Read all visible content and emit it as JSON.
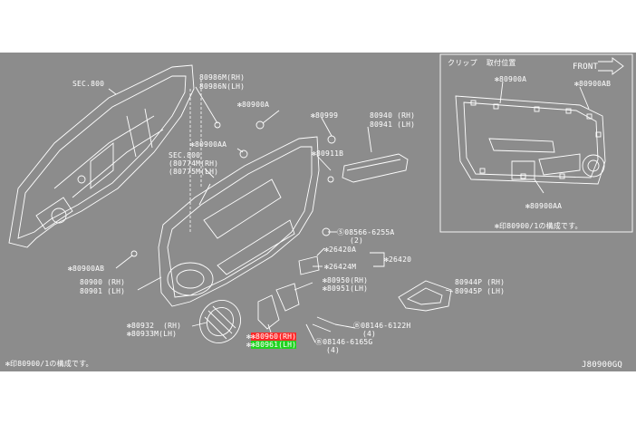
{
  "labels": {
    "sec800_top": "SEC.800",
    "p80986m": "80986M(RH)",
    "p80986n": "80986N(LH)",
    "p80900a_mid": "✻80900A",
    "p80999": "✻80999",
    "p80940": "80940 (RH)",
    "p80941": "80941 (LH)",
    "p80900aa_mid": "✻80900AA",
    "sec800_mid": "SEC.800",
    "p80774m": "(80774M(RH)",
    "p80775m": "(80775M(LH)",
    "p80911b": "✻80911B",
    "p08566_a": "08566-6255A",
    "p08566_b": "(2)",
    "p26420a": "✻26420A",
    "p26420": "✻26420",
    "p26424m": "✻26424M",
    "p80900ab_left": "✻80900AB",
    "p80900": "80900 (RH)",
    "p80901": "80901 (LH)",
    "p80950": "✻80950(RH)",
    "p80951": "✻80951(LH)",
    "p80944p": "80944P (RH)",
    "p80945p": "80945P (LH)",
    "p08146_6122h": "08146-6122H",
    "p08146_6122h_qty": "(4)",
    "p80932": "✻80932  (RH)",
    "p80933m": "✻80933M(LH)",
    "p80960": "✻80960(RH)",
    "p80961": "✻80961(LH)",
    "p08146_6165g": "08146-6165G",
    "p08146_6165g_qty": "(4)",
    "footnote_left": "✻印80900/1の構成です。",
    "drawing_code": "J80900GQ"
  },
  "inset": {
    "title": "クリップ  取付位置",
    "front": "FRONT",
    "p80900a": "✻80900A",
    "p80900ab": "✻80900AB",
    "p80900aa": "✻80900AA",
    "note": "✻印80900/1の構成です。"
  },
  "colors": {
    "background": "#8c8c8c",
    "line": "#ffffff",
    "highlight_red": "#ff2a2a",
    "highlight_green": "#21d321"
  }
}
